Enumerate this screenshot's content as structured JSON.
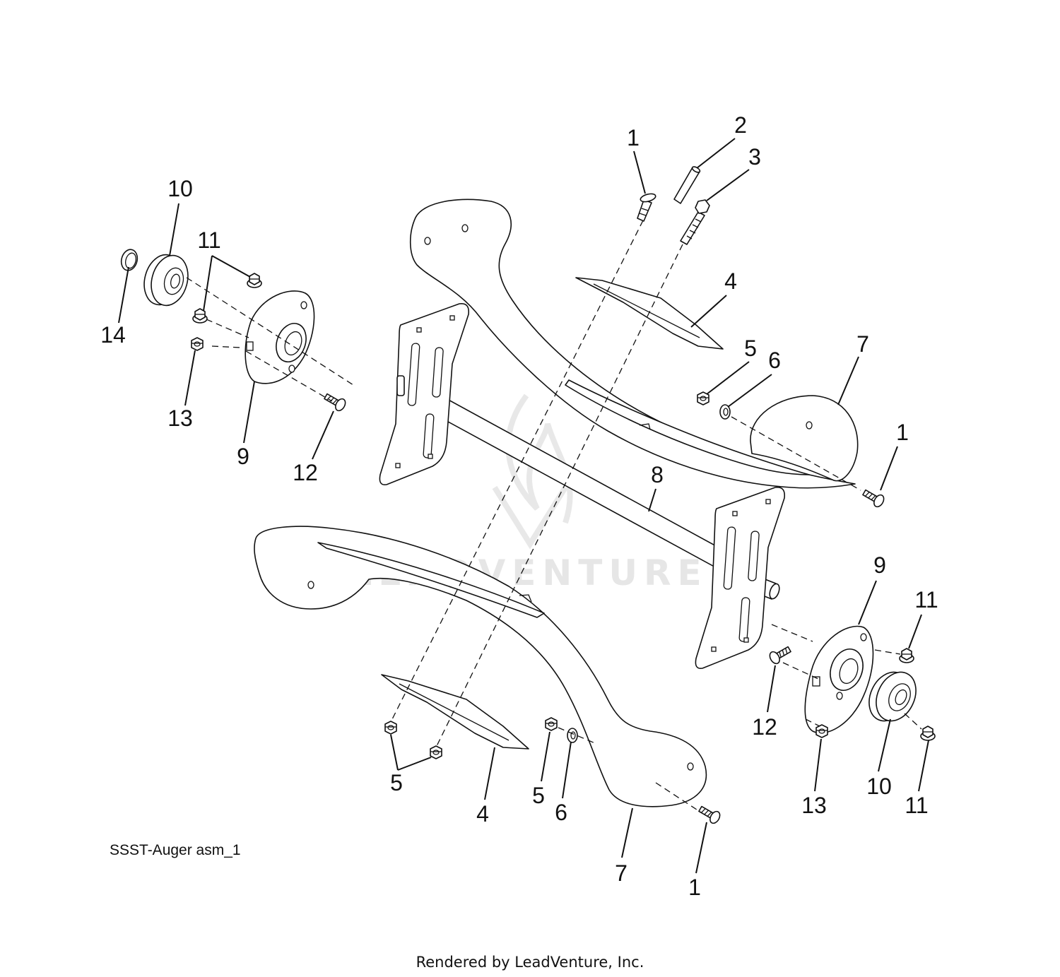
{
  "diagram": {
    "caption": "SSST-Auger asm_1",
    "watermark": "LEADVENTURE",
    "footer": "Rendered by LeadVenture, Inc.",
    "callouts": [
      "1",
      "2",
      "3",
      "10",
      "11",
      "4",
      "14",
      "5",
      "6",
      "7",
      "13",
      "9",
      "12",
      "1",
      "8",
      "9",
      "11",
      "12",
      "5",
      "4",
      "5",
      "6",
      "10",
      "13",
      "11",
      "7",
      "1"
    ]
  }
}
